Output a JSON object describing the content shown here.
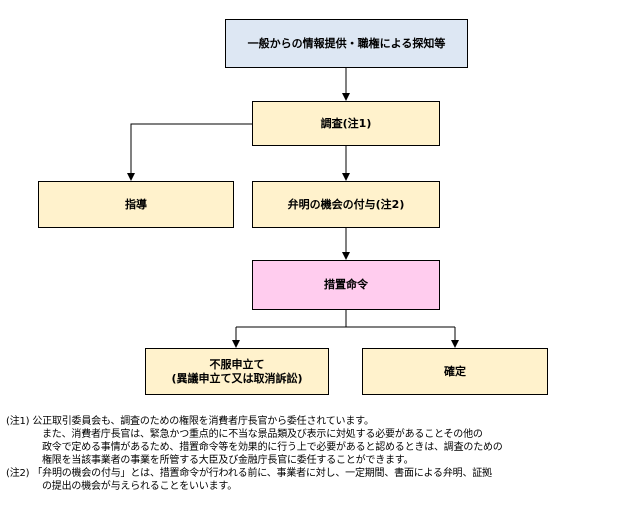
{
  "boxes": {
    "source": "一般からの情報提供・職権による探知等",
    "investigation": "調査(注1)",
    "guidance": "指導",
    "hearing": "弁明の機会の付与(注2)",
    "order": "措置命令",
    "appeal_line1": "不服申立て",
    "appeal_line2": "(異議申立て又は取消訴訟)",
    "final": "確定"
  },
  "notes": {
    "note1_line1": "(注1)  公正取引委員会も、調査のための権限を消費者庁長官から委任されています。",
    "note1_line2": "また、消費者庁長官は、緊急かつ重点的に不当な景品類及び表示に対処する必要があることその他の",
    "note1_line3": "政令で定める事情があるため、措置命令等を効果的に行う上で必要があると認めるときは、調査のための",
    "note1_line4": "権限を当該事業者の事業を所管する大臣及び金融庁長官に委任することができます。",
    "note2_line1": "(注2)  「弁明の機会の付与」とは、措置命令が行われる前に、事業者に対し、一定期間、書面による弁明、証拠",
    "note2_line2": "の提出の機会が与えられることをいいます。"
  },
  "colors": {
    "source_fill": "#dde7f3",
    "step_fill": "#fff2cc",
    "order_fill": "#ffccee",
    "line": "#000000"
  }
}
